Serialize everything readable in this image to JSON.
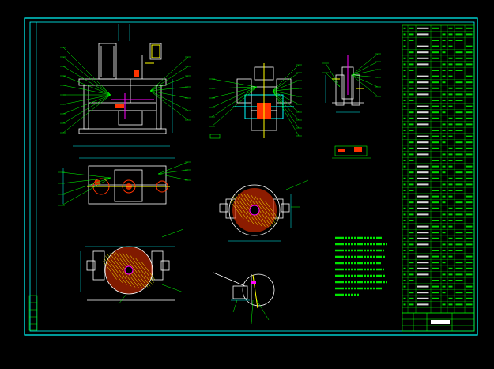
{
  "colors": {
    "background": "#000000",
    "frame": "#00ffff",
    "table_text": "#00ff00",
    "leader": "#00ff00",
    "part_line": "#ffffff",
    "dimension": "#00ffff",
    "section_fill": "#ff3300",
    "accent_yellow": "#ffff00",
    "accent_magenta": "#ff00ff"
  },
  "views": [
    {
      "name": "front-assembly-view"
    },
    {
      "name": "side-assembly-view"
    },
    {
      "name": "detail-view-a"
    },
    {
      "name": "top-view"
    },
    {
      "name": "section-view-circular-upper"
    },
    {
      "name": "section-view-circular-lower"
    },
    {
      "name": "detail-view-b"
    },
    {
      "name": "small-part-detail"
    }
  ],
  "notes": {
    "technical_requirements": "technical-requirements-note"
  },
  "tables": {
    "parts_list": "parts-list-table",
    "title_block": "title-block"
  }
}
